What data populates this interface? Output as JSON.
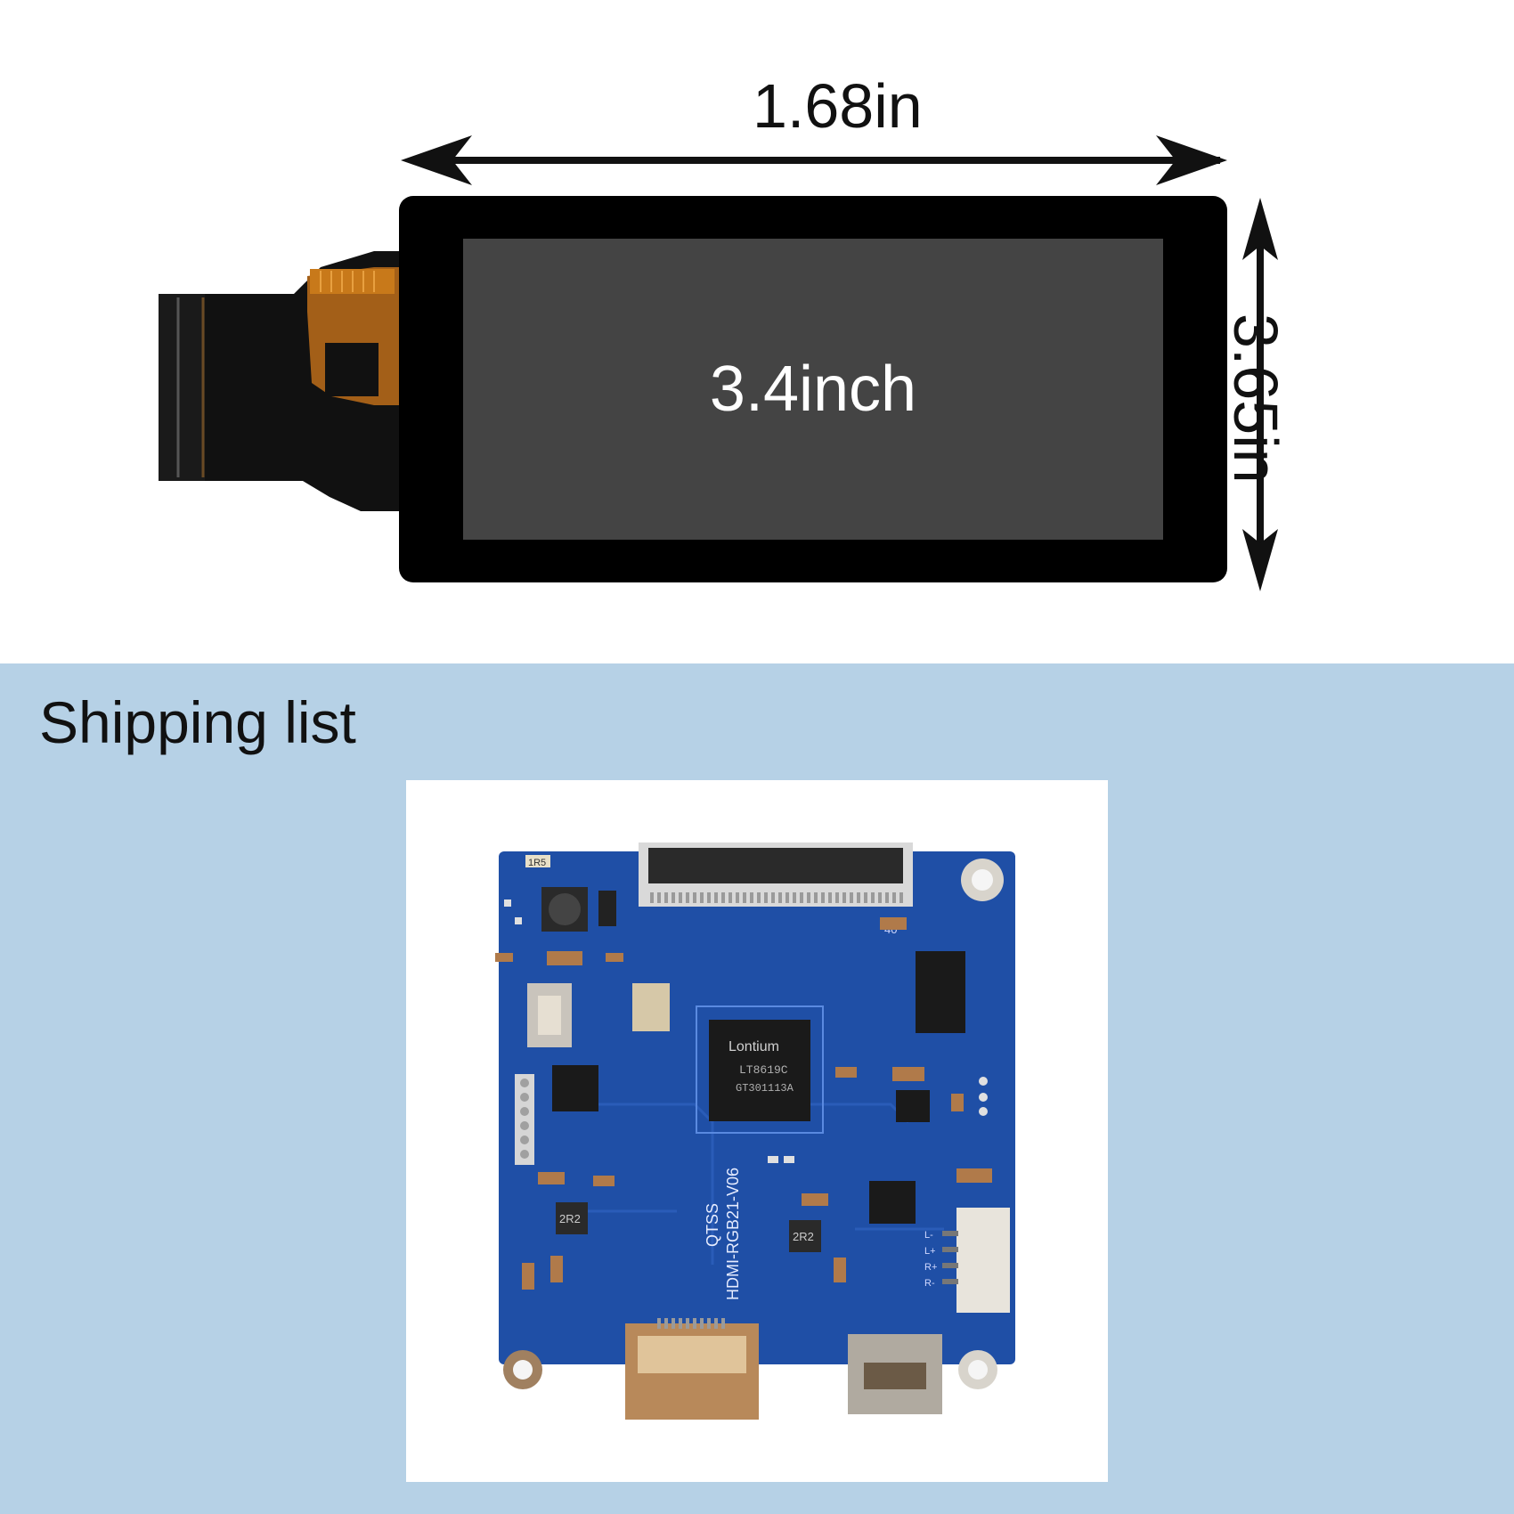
{
  "dimensions": {
    "width_label": "1.68in",
    "height_label": "3.65in",
    "screen_label": "3.4inch"
  },
  "shipping": {
    "title": "Shipping list"
  },
  "board": {
    "chip_brand": "Lontium",
    "chip_model": "LT8619C",
    "chip_code": "GT301113A",
    "board_name": "HDMI-RGB21-V06",
    "board_brand": "QTSS",
    "inductor_marking": "2R2",
    "resistor_marking": "1R5",
    "connector_pin_label": "40",
    "audio_pins": [
      "L-",
      "L+",
      "R+",
      "R-"
    ]
  },
  "colors": {
    "pcb": "#1f4fa6",
    "lcd_bezel": "#000000",
    "lcd_screen": "#444444",
    "fpc": "#c8791a",
    "page_bottom": "#b6d1e6"
  }
}
